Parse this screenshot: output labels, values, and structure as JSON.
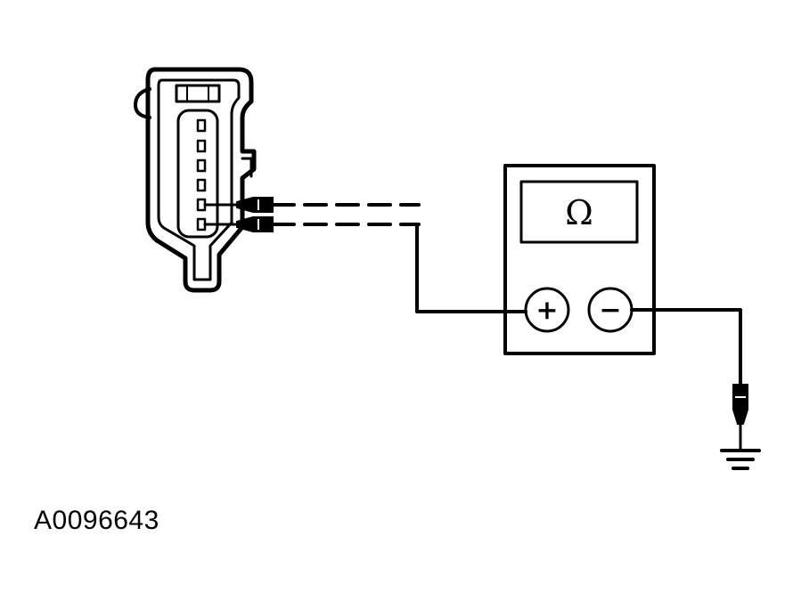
{
  "figure": {
    "reference_code": "A0096643"
  },
  "meter": {
    "display_symbol": "Ω",
    "positive_terminal_label": "+",
    "negative_terminal_label": "−"
  },
  "connector": {
    "pin_count": 6,
    "probed_pins": [
      5,
      6
    ]
  },
  "colors": {
    "ink": "#000000",
    "background": "#ffffff"
  }
}
